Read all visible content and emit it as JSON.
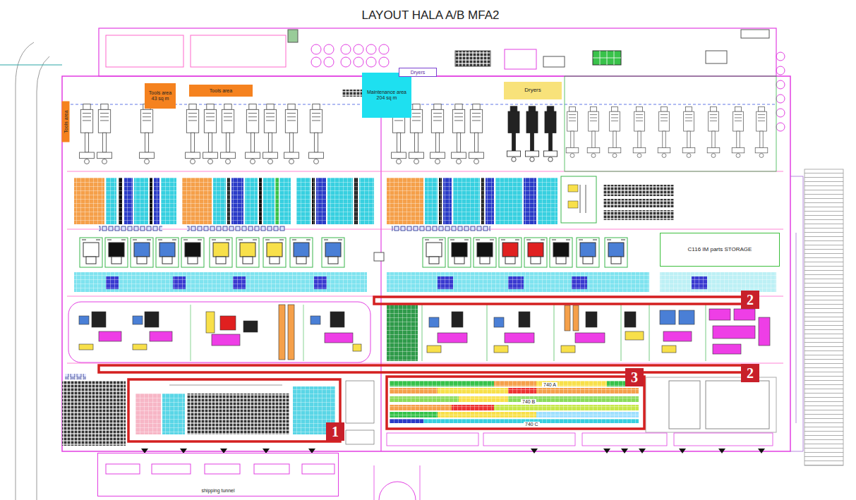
{
  "diagram": {
    "title": "LAYOUT HALA A/B MFA2",
    "nodes": [
      {
        "text": [
          "Tools area 43 sq m"
        ]
      },
      {
        "text": [
          "Tools area"
        ]
      },
      {
        "text": [
          "Maintenance area 204 sq m"
        ]
      },
      {
        "text": [
          "Dryers"
        ]
      },
      {
        "text": [
          "Dryers"
        ]
      },
      {
        "text": [
          "Tools area"
        ]
      },
      {
        "text": [
          "C116 IM parts STORAGE"
        ]
      },
      {
        "text": [
          "shipping tunnel"
        ]
      }
    ],
    "labels": [
      "1",
      "2",
      "2",
      "3",
      "740 A",
      "740 B",
      "740 C"
    ]
  }
}
